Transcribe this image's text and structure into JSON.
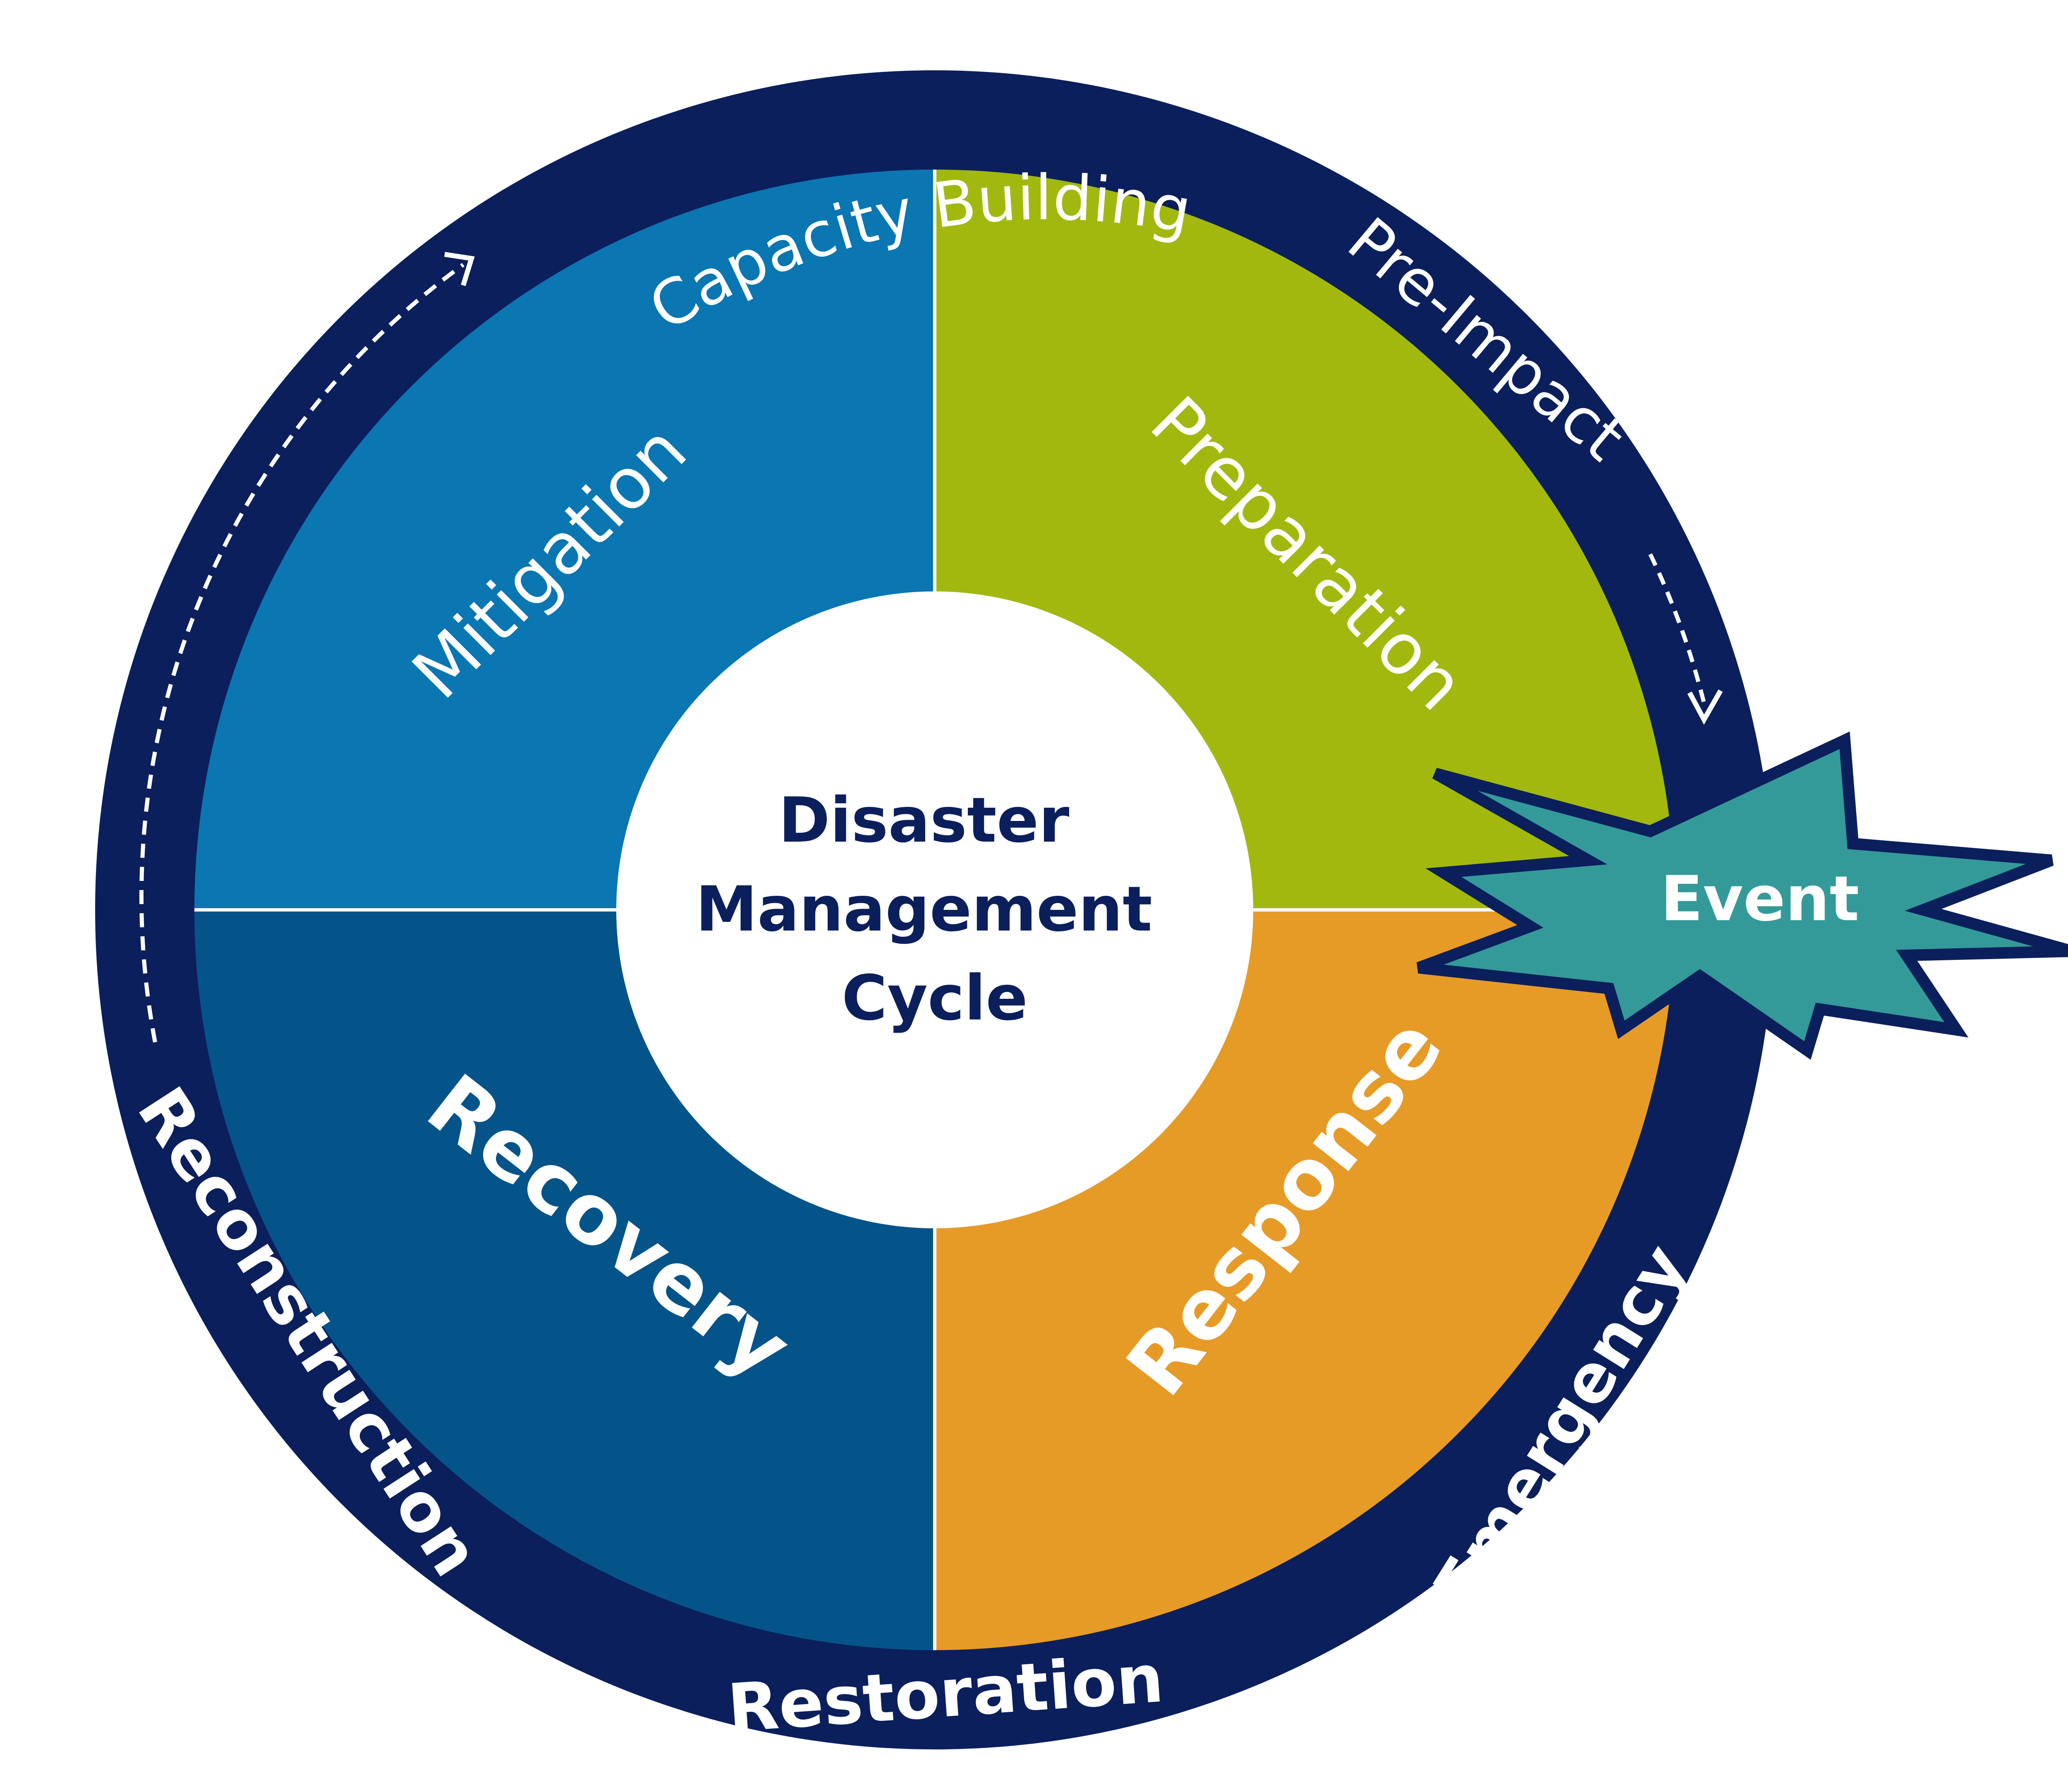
{
  "quadrants": {
    "mitigation": {
      "label": "Mitigation",
      "color": "#0a76b2"
    },
    "preparation": {
      "label": "Preparation",
      "color": "#a2b80f"
    },
    "recovery": {
      "label": "Recovery",
      "color": "#04548a"
    },
    "response": {
      "label": "Response",
      "color": "#e69b27"
    }
  },
  "center": {
    "lines": [
      "Disaster",
      "Management",
      "Cycle"
    ],
    "text_color": "#0b1f5c"
  },
  "ring": {
    "color": "#0b1f5c",
    "labels": {
      "capacity_building": "Capacity Building",
      "pre_impact": "Pre-Impact",
      "reconstruction": "Reconstruction",
      "restoration": "Restoration",
      "emergency": "Emergency"
    }
  },
  "event": {
    "label": "Event",
    "color": "#339a99"
  }
}
